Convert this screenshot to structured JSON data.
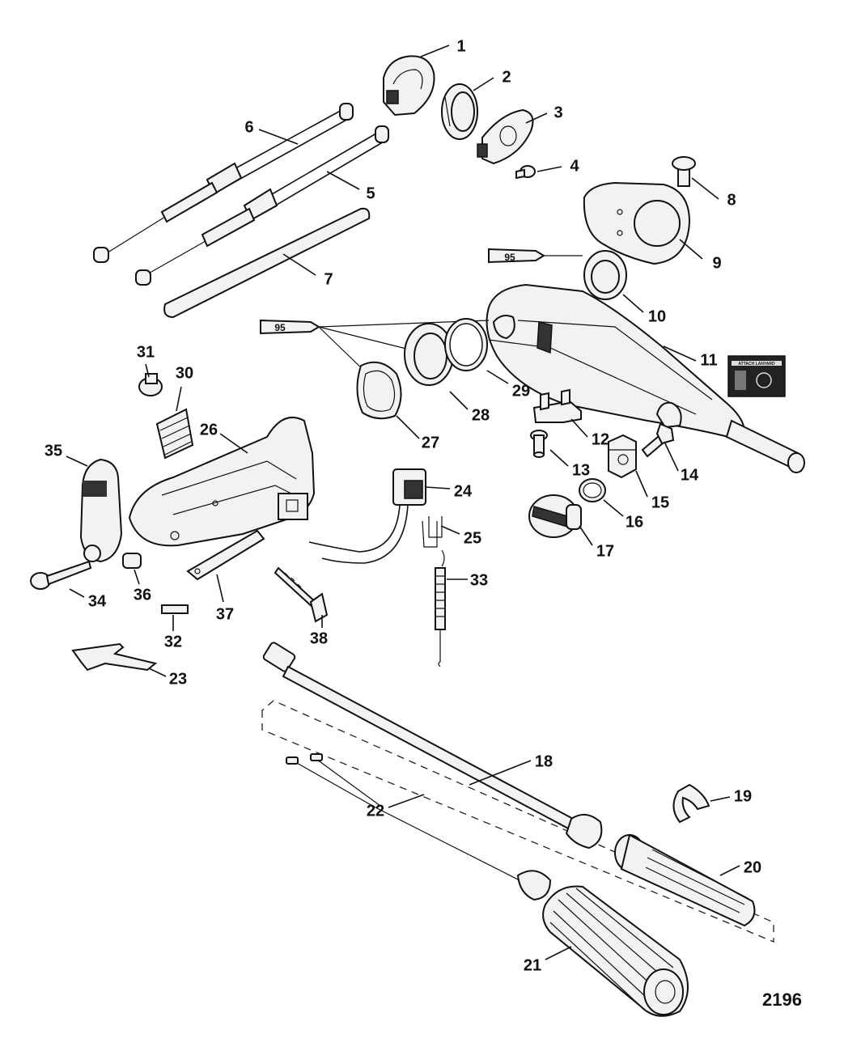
{
  "drawing_number": "2196",
  "tube_label": "95",
  "decal_text": "ATTACH LANYARD",
  "callouts": [
    "1",
    "2",
    "3",
    "4",
    "5",
    "6",
    "7",
    "8",
    "9",
    "10",
    "11",
    "12",
    "13",
    "14",
    "15",
    "16",
    "17",
    "18",
    "19",
    "20",
    "21",
    "22",
    "23",
    "24",
    "25",
    "26",
    "27",
    "28",
    "29",
    "30",
    "31",
    "32",
    "33",
    "34",
    "35",
    "36",
    "37",
    "38"
  ]
}
